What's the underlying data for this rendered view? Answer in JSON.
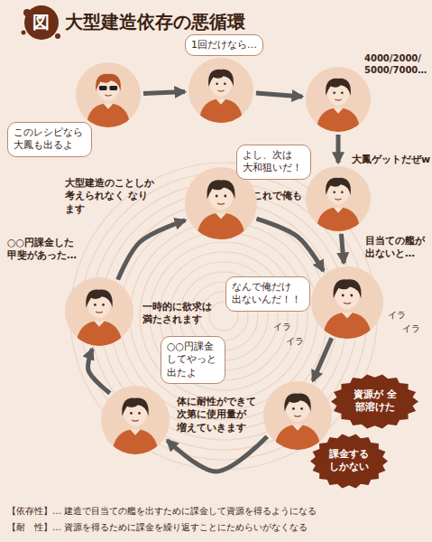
{
  "diagram": {
    "title": "大型建造依存の悪循環",
    "nodes": [
      {
        "text": [
          "このレシピなら 大鳳も出るよ"
        ]
      },
      {
        "text": [
          "1回だけなら…"
        ]
      },
      {
        "text": [
          "4000/2000/ 5000/7000…"
        ]
      },
      {
        "text": [
          "これで俺も",
          "大鳳ゲットだぜw"
        ]
      },
      {
        "text": [
          "なんで俺だけ 出ないんだ！！",
          "目当ての艦が 出ないと…"
        ]
      },
      {
        "text": [
          "資源が 全部溶けた",
          "課金する しかない"
        ]
      },
      {
        "text": [
          "○○円課金 してやっと 出たよ",
          "体に耐性ができて 次第に使用量が 増えていきます"
        ]
      },
      {
        "text": [
          "○○円課金した 甲斐があった…",
          "一時的に欲求は 満たされます"
        ]
      },
      {
        "text": [
          "よし、次は 大和狙いだ！",
          "大型建造のことしか 考えられなく なります"
        ]
      }
    ],
    "edges": [
      {
        "from": 0,
        "to": 1,
        "arrow": "to"
      },
      {
        "from": 1,
        "to": 2,
        "arrow": "to"
      },
      {
        "from": 2,
        "to": 3,
        "arrow": "to"
      },
      {
        "from": 3,
        "to": 4,
        "arrow": "to"
      },
      {
        "from": 4,
        "to": 5,
        "arrow": "to"
      },
      {
        "from": 5,
        "to": 6,
        "arrow": "to"
      },
      {
        "from": 6,
        "to": 7,
        "arrow": "to"
      },
      {
        "from": 7,
        "to": 8,
        "arrow": "to"
      },
      {
        "from": 8,
        "to": 4,
        "arrow": "to"
      }
    ],
    "labels": [
      "図",
      "イラ",
      "イラ",
      "イラ",
      "イラ",
      "【依存性】… 建造で目当ての艦を出すために課金して資源を得るようになる",
      "【耐　性】… 資源を得るために課金を繰り返すことにためらいがなくなる"
    ]
  }
}
